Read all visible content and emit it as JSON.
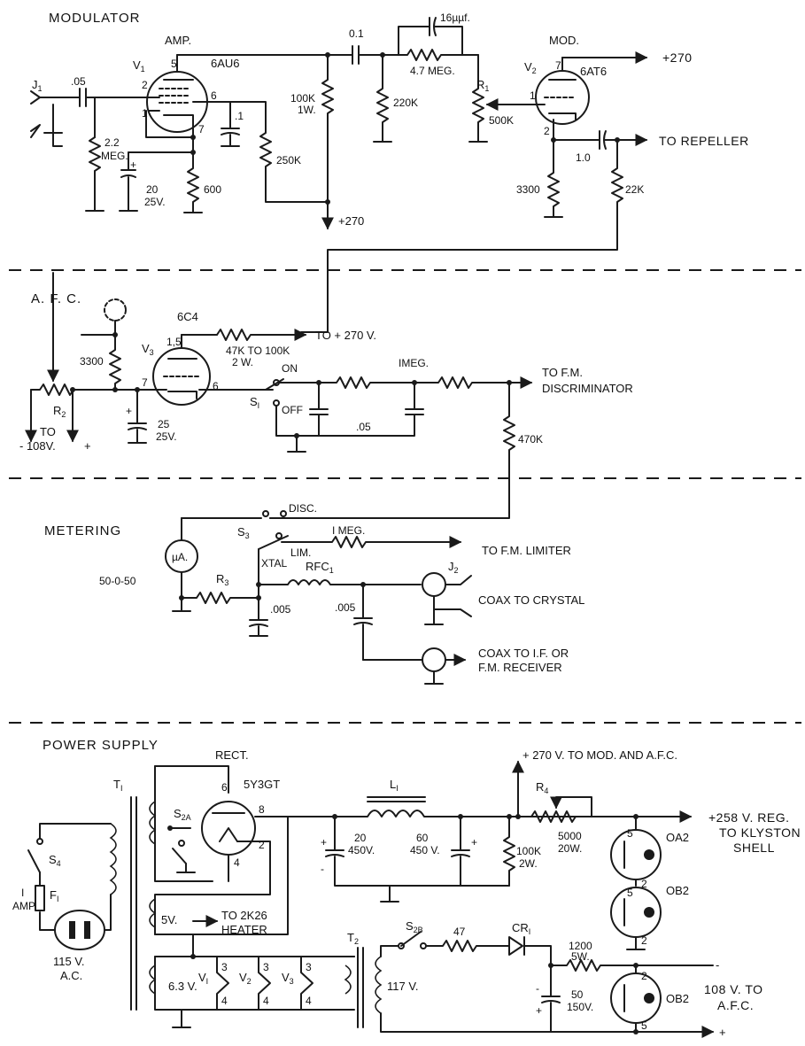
{
  "sections": {
    "modulator": "MODULATOR",
    "afc": "A. F. C.",
    "metering": "METERING",
    "power_supply": "POWER SUPPLY"
  },
  "modulator": {
    "amp": "AMP.",
    "v1": "V",
    "v1_sub": "1",
    "v1_type": "6AU6",
    "mod": "MOD.",
    "v2": "V",
    "v2_sub": "2",
    "v2_type": "6AT6",
    "j1": "J",
    "j1_sub": "1",
    "c_05": ".05",
    "r_22meg_a": "2.2",
    "r_22meg_b": "MEG.",
    "c_20": "20",
    "c_20_v": "25V.",
    "r_600": "600",
    "c_1": ".1",
    "r_250k": "250K",
    "r_100k": "100K",
    "r_100k_w": "1W.",
    "b_270_low": "+270",
    "c_01": "0.1",
    "c_16": "16µµf.",
    "r_47meg": "4.7 MEG.",
    "r_220k": "220K",
    "r1": "R",
    "r1_sub": "1",
    "r_500k": "500K",
    "b_270_top": "+270",
    "c_10": "1.0",
    "to_repeller": "TO REPELLER",
    "r_3300": "3300",
    "r_22k": "22K",
    "pin5": "5",
    "pin2": "2",
    "pin1": "1",
    "pin6": "6",
    "pin7": "7",
    "v2pin7": "7",
    "v2pin1": "1",
    "v2pin2": "2"
  },
  "afc": {
    "tube": "6C4",
    "v3": "V",
    "v3_sub": "3",
    "pins15": "1,5",
    "pin7": "7",
    "pin6": "6",
    "r_3300": "3300",
    "r2": "R",
    "r2_sub": "2",
    "to_label": "TO",
    "v108": "- 108V.",
    "plus": "+",
    "c_25": "25",
    "c_25_v": "25V.",
    "r_47k": "47K TO 100K",
    "r_47k_w": "2 W.",
    "to_270": "TO + 270 V.",
    "s1": "S",
    "s1_sub": "I",
    "on": "ON",
    "off": "OFF",
    "imeg": "IMEG.",
    "c_05": ".05",
    "to_fm_disc_a": "TO F.M.",
    "to_fm_disc_b": "DISCRIMINATOR",
    "r_470k": "470K"
  },
  "metering": {
    "disc": "DISC.",
    "s3": "S",
    "s3_sub": "3",
    "lim": "LIM.",
    "imeg": "I MEG.",
    "to_fm_limiter": "TO F.M. LIMITER",
    "xtal": "XTAL",
    "rfc": "RFC",
    "rfc_sub": "1",
    "meter": "µA.",
    "range": "50-0-50",
    "r3": "R",
    "r3_sub": "3",
    "c_005a": ".005",
    "c_005b": ".005",
    "j2": "J",
    "j2_sub": "2",
    "coax_crystal": "COAX TO CRYSTAL",
    "coax_if_a": "COAX TO I.F. OR",
    "coax_if_b": "F.M. RECEIVER"
  },
  "power": {
    "t1": "T",
    "t1_sub": "I",
    "rect": "RECT.",
    "rect_type": "5Y3GT",
    "s2a": "S",
    "s2a_sub": "2A",
    "s4": "S",
    "s4_sub": "4",
    "fuse_a": "I",
    "fuse_b": "AMP.",
    "f1": "F",
    "f1_sub": "I",
    "ac_a": "115 V.",
    "ac_b": "A.C.",
    "w5v": "5V.",
    "to_heater_a": "TO 2K26",
    "to_heater_b": "HEATER",
    "w63v": "6.3 V.",
    "l1": "L",
    "l1_sub": "I",
    "c_20": "20",
    "c_20_v": "450V.",
    "c_60": "60",
    "c_60_v": "450 V.",
    "r_100k": "100K",
    "r_100k_w": "2W.",
    "b270_mod": "+ 270 V. TO MOD. AND A.F.C.",
    "r4": "R",
    "r4_sub": "4",
    "r_5000": "5000",
    "r_5000_w": "20W.",
    "oa2": "OA2",
    "ob2a": "OB2",
    "ob2b": "OB2",
    "reg_a": "+258 V. REG.",
    "reg_b": "TO KLYSTON",
    "reg_c": "SHELL",
    "t2": "T",
    "t2_sub": "2",
    "s2b": "S",
    "s2b_sub": "2B",
    "r_47": "47",
    "cr1": "CR",
    "cr1_sub": "I",
    "w117v": "117 V.",
    "r_1200": "1200",
    "r_1200_w": "5W.",
    "c_50": "50",
    "c_50_v": "150V.",
    "v108_a": "108 V. TO",
    "v108_b": "A.F.C.",
    "pin6": "6",
    "pin8": "8",
    "pin2": "2",
    "pin4": "4",
    "v1": "V",
    "v1s": "I",
    "v2": "V",
    "v2s": "2",
    "v3": "V",
    "v3s": "3",
    "p3": "3",
    "p4": "4",
    "oa2_p5": "5",
    "oa2_p2": "2",
    "ob2_p5": "5",
    "ob2_p2": "2",
    "ob2b_p2": "2",
    "ob2b_p5": "5"
  }
}
